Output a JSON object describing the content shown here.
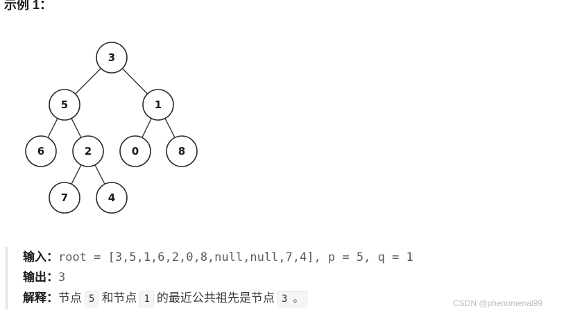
{
  "heading": "示例 1：",
  "tree": {
    "nodes": [
      {
        "id": "n3",
        "label": "3"
      },
      {
        "id": "n5",
        "label": "5"
      },
      {
        "id": "n1",
        "label": "1"
      },
      {
        "id": "n6",
        "label": "6"
      },
      {
        "id": "n2",
        "label": "2"
      },
      {
        "id": "n0",
        "label": "0"
      },
      {
        "id": "n8",
        "label": "8"
      },
      {
        "id": "n7",
        "label": "7"
      },
      {
        "id": "n4",
        "label": "4"
      }
    ],
    "edges": [
      [
        "n3",
        "n5"
      ],
      [
        "n3",
        "n1"
      ],
      [
        "n5",
        "n6"
      ],
      [
        "n5",
        "n2"
      ],
      [
        "n1",
        "n0"
      ],
      [
        "n1",
        "n8"
      ],
      [
        "n2",
        "n7"
      ],
      [
        "n2",
        "n4"
      ]
    ]
  },
  "example": {
    "input_label": "输入：",
    "input_value": "root = [3,5,1,6,2,0,8,null,null,7,4], p = 5, q = 1",
    "output_label": "输出：",
    "output_value": "3",
    "explain_label": "解释：",
    "explain_part1": "节点",
    "explain_chip1": "5",
    "explain_part2": "和节点",
    "explain_chip2": "1",
    "explain_part3": "的最近公共祖先是节点",
    "explain_chip3": "3 。"
  },
  "watermark": "CSDN @phenomenal99"
}
